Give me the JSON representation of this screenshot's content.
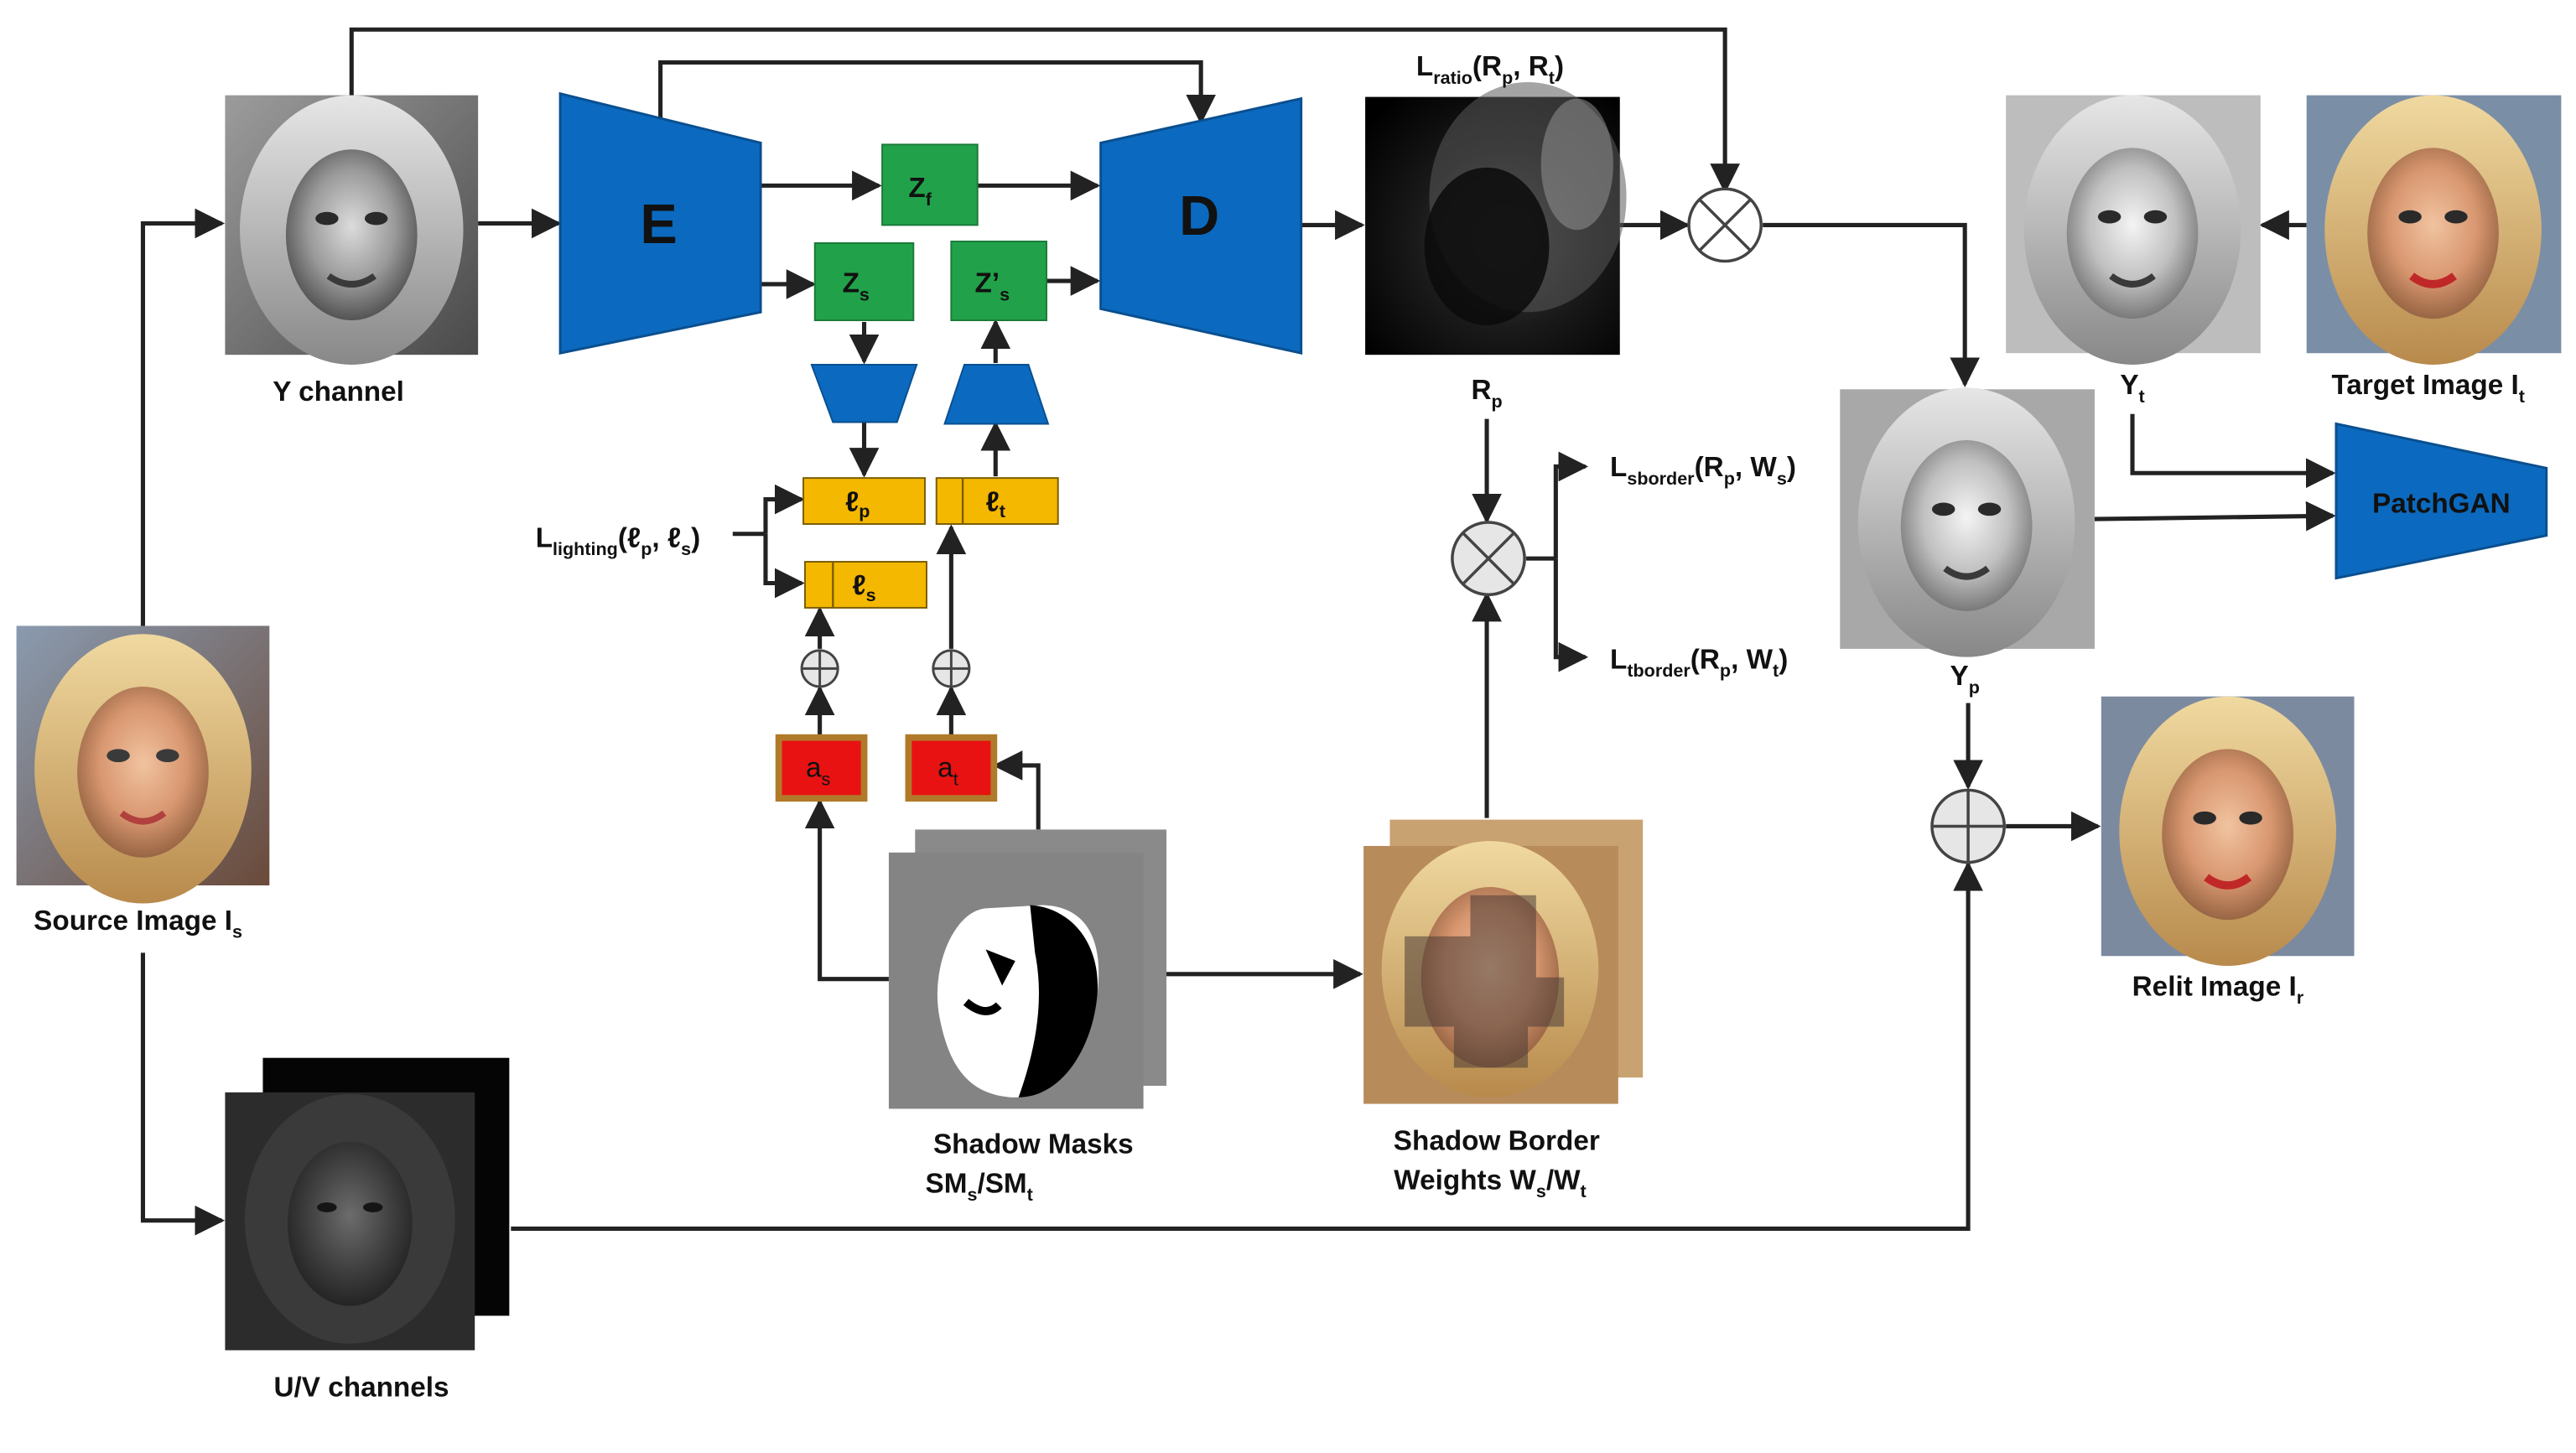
{
  "colors": {
    "encoder_decoder": "#0b6abf",
    "latent": "#21a24a",
    "lighting": "#f5b800",
    "attention": "#e81212",
    "attention_border": "#b07a2a",
    "operator_fill": "#e6e6e6",
    "line": "#222222"
  },
  "icons": [
    "face-photo",
    "multiply-circle-icon",
    "add-circle-icon",
    "plus-small-circle-icon",
    "arrowhead-icon"
  ],
  "nodes": {
    "y_channel": {
      "label": "Y channel"
    },
    "source_image": {
      "label": "Source Image I",
      "sub": "s"
    },
    "uv_channels": {
      "label": "U/V channels"
    },
    "encoder": {
      "label": "E"
    },
    "decoder": {
      "label": "D"
    },
    "zf": {
      "label": "Z",
      "sub": "f"
    },
    "zs": {
      "label": "Z",
      "sub": "s"
    },
    "zs_prime": {
      "label": "Z’",
      "sub": "s"
    },
    "lp": {
      "label": "ℓ",
      "sub": "p"
    },
    "lt": {
      "label": "ℓ",
      "sub": "t"
    },
    "ls": {
      "label": "ℓ",
      "sub": "s"
    },
    "as": {
      "label": "a",
      "sub": "s"
    },
    "at": {
      "label": "a",
      "sub": "t"
    },
    "lighting_loss": {
      "label": "L",
      "sub": "lighting",
      "args_open": "(ℓ",
      "sub2": "p",
      "args_mid": ", ℓ",
      "sub3": "s",
      "args_close": ")"
    },
    "ratio_loss": {
      "label": "L",
      "sub": "ratio",
      "args_open": "(R",
      "sub2": "p",
      "args_mid": ", R",
      "sub3": "t",
      "args_close": ")"
    },
    "rp": {
      "label": "R",
      "sub": "p"
    },
    "shadow_masks": {
      "line1": "Shadow Masks",
      "line2_a": "SM",
      "line2_sub1": "s",
      "line2_b": "/SM",
      "line2_sub2": "t"
    },
    "shadow_border": {
      "line1": "Shadow Border",
      "line2_a": "Weights W",
      "line2_sub1": "s",
      "line2_b": "/W",
      "line2_sub2": "t"
    },
    "sborder_loss": {
      "label": "L",
      "sub": "sborder",
      "args_open": "(R",
      "sub2": "p",
      "args_mid": ", W",
      "sub3": "s",
      "args_close": ")"
    },
    "tborder_loss": {
      "label": "L",
      "sub": "tborder",
      "args_open": "(R",
      "sub2": "p",
      "args_mid": ", W",
      "sub3": "t",
      "args_close": ")"
    },
    "yt": {
      "label": "Y",
      "sub": "t"
    },
    "target_image": {
      "label": "Target Image I",
      "sub": "t"
    },
    "yp": {
      "label": "Y",
      "sub": "p"
    },
    "patchgan": {
      "label": "PatchGAN"
    },
    "relit_image": {
      "label": "Relit Image I",
      "sub": "r"
    }
  }
}
